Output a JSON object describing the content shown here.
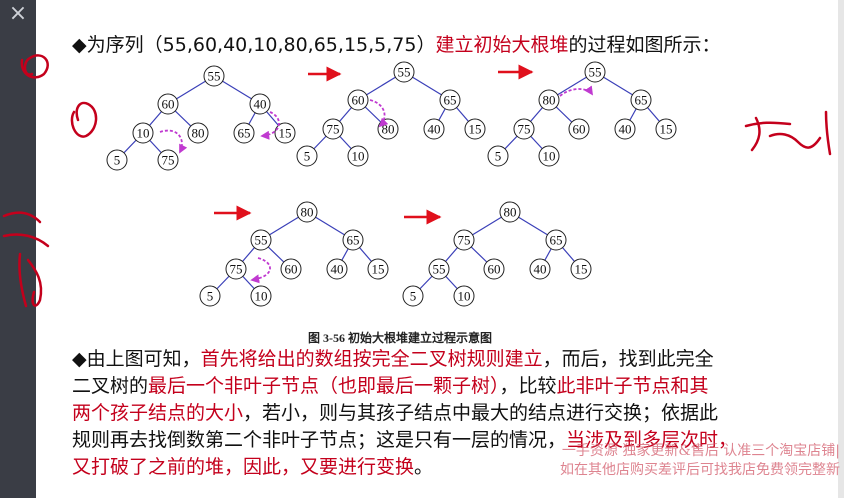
{
  "window": {
    "close_glyph": "×"
  },
  "heading": {
    "bullet": "◆",
    "prefix": "为序列",
    "sequence": "（55,60,40,10,80,65,15,5,75）",
    "highlight": "建立初始大根堆",
    "suffix": "的过程如图所示："
  },
  "trees": [
    {
      "root": "55",
      "l": "60",
      "r": "40",
      "ll": "10",
      "lr": "80",
      "rl": "65",
      "rr": "15",
      "lll": "5",
      "llr": "75"
    },
    {
      "root": "55",
      "l": "60",
      "r": "65",
      "ll": "75",
      "lr": "80",
      "rl": "40",
      "rr": "15",
      "lll": "5",
      "llr": "10"
    },
    {
      "root": "55",
      "l": "80",
      "r": "65",
      "ll": "75",
      "lr": "60",
      "rl": "40",
      "rr": "15",
      "lll": "5",
      "llr": "10"
    },
    {
      "root": "80",
      "l": "55",
      "r": "65",
      "ll": "75",
      "lr": "60",
      "rl": "40",
      "rr": "15",
      "lll": "5",
      "llr": "10"
    },
    {
      "root": "80",
      "l": "75",
      "r": "65",
      "ll": "55",
      "lr": "60",
      "rl": "40",
      "rr": "15",
      "lll": "5",
      "llr": "10"
    }
  ],
  "figure_caption": "图 3-56  初始大根堆建立过程示意图",
  "paragraph": {
    "l1_a": "◆由上图可知，",
    "l1_b": "首先将给出的数组按完全二叉树规则建立",
    "l1_c": "，而后，找到此完全",
    "l2_a": "二叉树的",
    "l2_b": "最后一个非叶子节点（也即最后一颗子树）",
    "l2_c": "，比较",
    "l2_d": "此非叶子节点和其",
    "l3_a": "两个孩子结点的大小",
    "l3_b": "，若小，则与其孩子结点中最大的结点进行交换；依据此",
    "l4_a": "规则再去找倒数第二个非叶子节点；这是只有一层的情况，",
    "l4_b": "当涉及到多层次时，",
    "l5_a": "又打破了之前的堆，因此，又要进行变换",
    "l5_b": "。"
  },
  "watermark": {
    "line1": "一手资源  独家更新&售后  认准三个淘宝店铺|",
    "line2": "如在其他店购买差评后可找我店免费领完整新"
  },
  "colors": {
    "accent_red": "#c4001c",
    "tree_line": "#3a3fb8",
    "swap_arrow": "#c03ad0"
  }
}
